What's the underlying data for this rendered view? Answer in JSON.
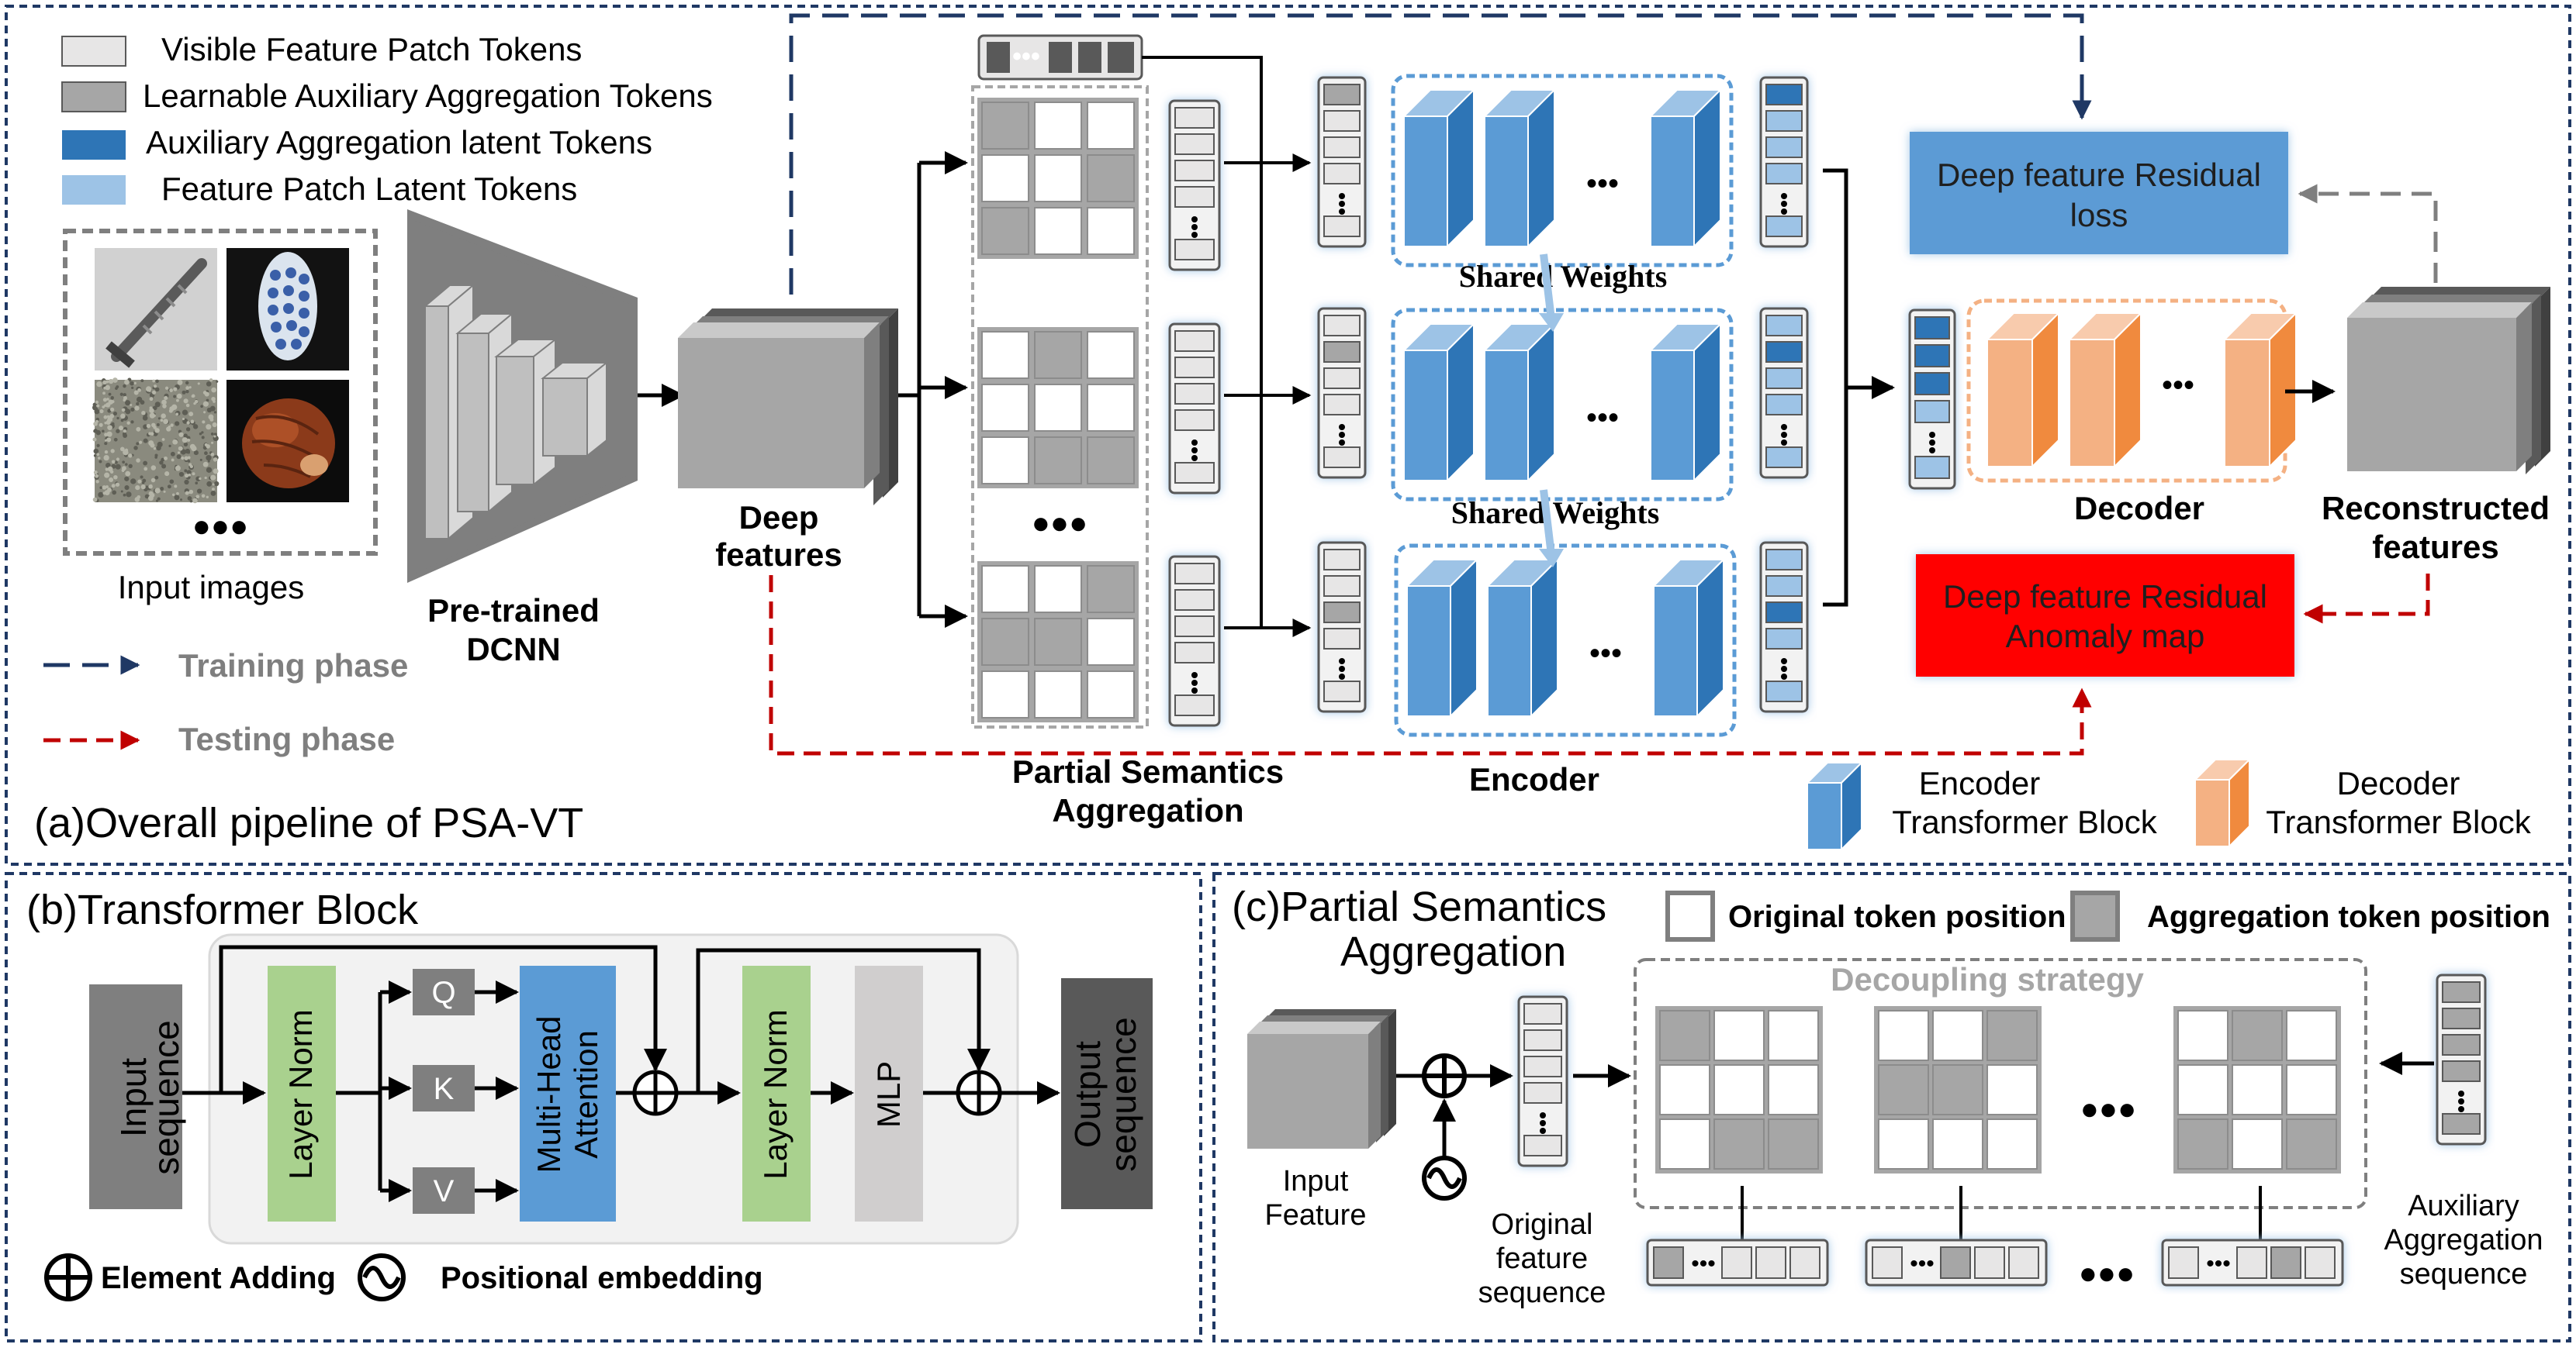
{
  "panel_a": {
    "title": "(a)Overall pipeline of PSA-VT",
    "legend": {
      "visible_tokens": "Visible Feature Patch Tokens",
      "aux_tokens": "Learnable Auxiliary Aggregation Tokens",
      "aux_latent": "Auxiliary Aggregation latent Tokens",
      "patch_latent": "Feature Patch Latent Tokens",
      "training": "Training phase",
      "testing": "Testing phase"
    },
    "input_label": "Input images",
    "dots": "●●●",
    "dcnn_line1": "Pre-trained",
    "dcnn_line2": "DCNN",
    "deep_line1": "Deep",
    "deep_line2": "features",
    "psa_line1": "Partial Semantics",
    "psa_line2": "Aggregation",
    "shared1": "Shared Weights",
    "shared2": "Shared Weights",
    "encoder": "Encoder",
    "decoder": "Decoder",
    "recon_line1": "Reconstructed",
    "recon_line2": "features",
    "loss_line1": "Deep feature Residual",
    "loss_line2": "loss",
    "map_line1": "Deep feature Residual",
    "map_line2": "Anomaly map",
    "enc_block_line1": "Encoder",
    "enc_block_line2": "Transformer Block",
    "dec_block_line1": "Decoder",
    "dec_block_line2": "Transformer Block",
    "colors": {
      "training": "#1f3864",
      "testing": "#c00000",
      "loss_box": "#5b9bd5",
      "map_box": "#ff0000",
      "encoder_blue": "#5b9bd5",
      "decoder_orange": "#f4b183"
    }
  },
  "panel_b": {
    "title": "(b)Transformer Block",
    "input_line1": "Input",
    "input_line2": "sequence",
    "layer_norm": "Layer Norm",
    "q": "Q",
    "k": "K",
    "v": "V",
    "mha_line1": "Multi-Head",
    "mha_line2": "Attention",
    "mlp": "MLP",
    "output_line1": "Output",
    "output_line2": "sequence",
    "element_adding": "Element Adding",
    "positional_embedding": "Positional embedding"
  },
  "panel_c": {
    "title_line1": "(c)Partial Semantics",
    "title_line2": "Aggregation",
    "original_pos": "Original token position",
    "aggregation_pos": "Aggregation token position",
    "decoupling": "Decoupling strategy",
    "input_line1": "Input",
    "input_line2": "Feature",
    "orig_seq_line1": "Original",
    "orig_seq_line2": "feature",
    "orig_seq_line3": "sequence",
    "aux_line1": "Auxiliary",
    "aux_line2": "Aggregation",
    "aux_line3": "sequence",
    "dots": "●●●"
  }
}
